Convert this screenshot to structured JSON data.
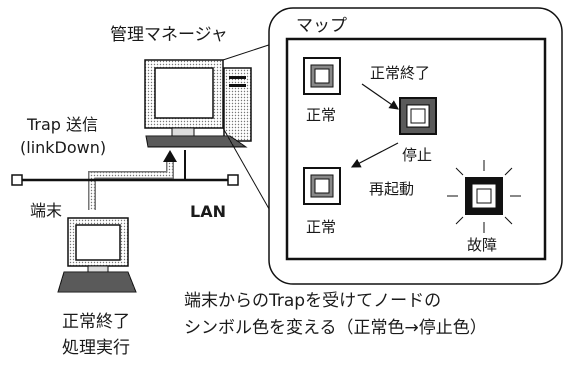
{
  "manager_label": "管理マネージャ",
  "trap_label_line1": "Trap 送信",
  "trap_label_line2": "(linkDown)",
  "terminal_label": "端末",
  "lan_label": "LAN",
  "terminal_caption_line1": "正常終了",
  "terminal_caption_line2": "処理実行",
  "map_title": "マップ",
  "nodes": {
    "normal_top": "正常",
    "stopped": "停止",
    "normal_bottom": "正常",
    "failure": "故障"
  },
  "transitions": {
    "normal_shutdown": "正常終了",
    "restart": "再起動"
  },
  "explanation_line1": "端末からのTrapを受けてノードの",
  "explanation_line2": "シンボル色を変える（正常色→停止色）"
}
